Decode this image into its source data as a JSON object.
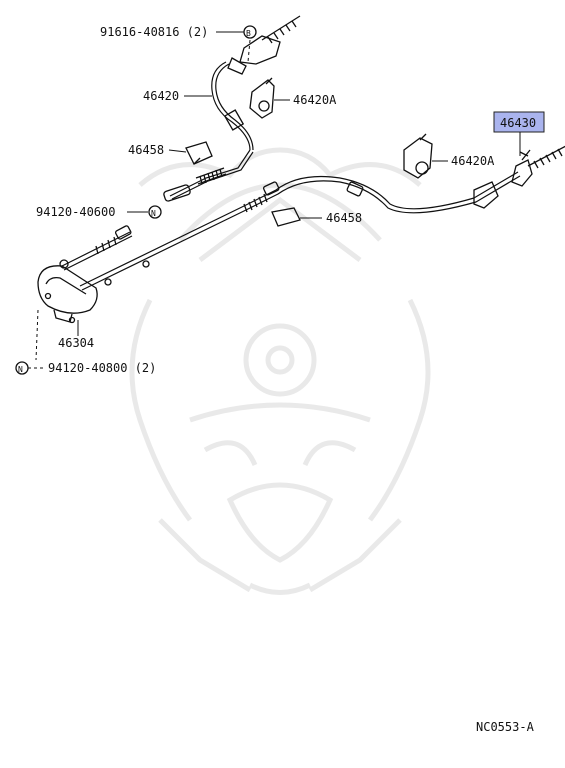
{
  "diagram_code": "NC0553-A",
  "highlight_color": "#aab4ee",
  "labels": {
    "p91616": "91616-40816 (2)",
    "p46420": "46420",
    "p46420A_left": "46420A",
    "p46458_left": "46458",
    "p94120_40600": "94120-40600",
    "p46430": "46430",
    "p46420A_right": "46420A",
    "p46458_right": "46458",
    "p46304": "46304",
    "p94120_40800": "94120-40800 (2)"
  },
  "symbols": {
    "bolt_mark": "B",
    "nut_mark": "N"
  }
}
